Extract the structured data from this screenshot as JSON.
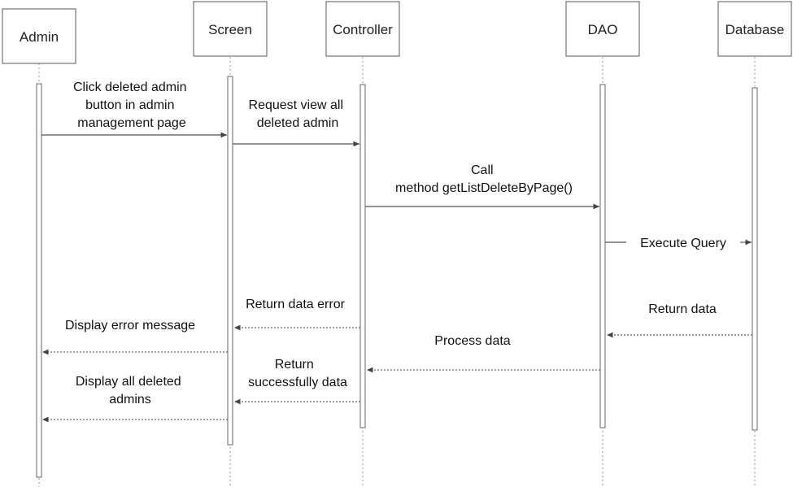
{
  "participants": [
    {
      "id": "admin",
      "label": "Admin"
    },
    {
      "id": "screen",
      "label": "Screen"
    },
    {
      "id": "controller",
      "label": "Controller"
    },
    {
      "id": "dao",
      "label": "DAO"
    },
    {
      "id": "database",
      "label": "Database"
    }
  ],
  "messages": [
    {
      "from": "admin",
      "to": "screen",
      "style": "solid",
      "lines": [
        "Click deleted admin",
        "button in admin",
        "management page"
      ]
    },
    {
      "from": "screen",
      "to": "controller",
      "style": "solid",
      "lines": [
        "Request view all",
        "deleted admin"
      ]
    },
    {
      "from": "controller",
      "to": "dao",
      "style": "solid",
      "lines": [
        "Call",
        "method getListDeleteByPage()"
      ]
    },
    {
      "from": "dao",
      "to": "database",
      "style": "solid",
      "lines": [
        "Execute Query"
      ]
    },
    {
      "from": "controller",
      "to": "screen",
      "style": "dashed",
      "lines": [
        "Return data error"
      ]
    },
    {
      "from": "database",
      "to": "dao",
      "style": "dashed",
      "lines": [
        "Return data"
      ]
    },
    {
      "from": "screen",
      "to": "admin",
      "style": "dashed",
      "lines": [
        "Display error message"
      ]
    },
    {
      "from": "dao",
      "to": "controller",
      "style": "dashed",
      "lines": [
        "Process data"
      ]
    },
    {
      "from": "controller",
      "to": "screen",
      "style": "dashed",
      "lines": [
        "Return",
        "successfully data"
      ]
    },
    {
      "from": "screen",
      "to": "admin",
      "style": "dashed",
      "lines": [
        "Display all deleted",
        "admins"
      ]
    }
  ]
}
